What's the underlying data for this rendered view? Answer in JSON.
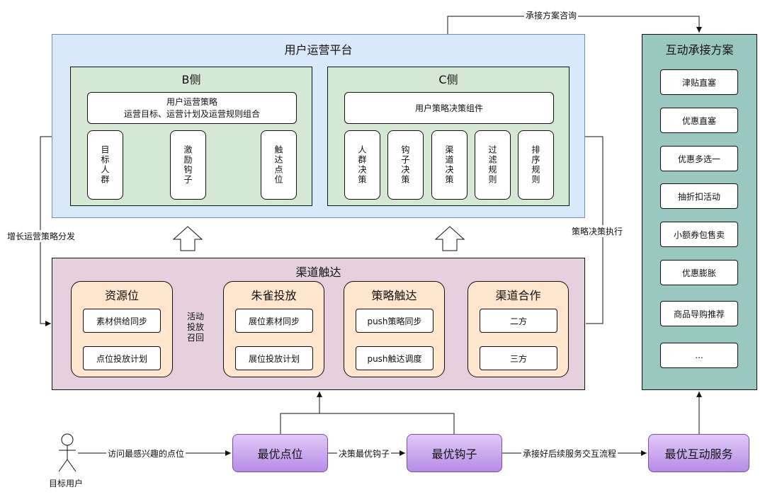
{
  "top_link": "承接方案咨询",
  "platform": {
    "title": "用户运营平台",
    "b_side": {
      "title": "B侧",
      "strategy_line1": "用户运营策略",
      "strategy_line2": "运营目标、运营计划及运营规则组合",
      "steps": [
        "目标人群",
        "激励钩子",
        "触达点位"
      ]
    },
    "c_side": {
      "title": "C侧",
      "component": "用户策略决策组件",
      "items": [
        "人群决策",
        "钩子决策",
        "渠道决策",
        "过滤规则",
        "排序规则"
      ]
    }
  },
  "left_link": "增长运营策略分发",
  "right_link": "策略决策执行",
  "channel": {
    "title": "渠道触达",
    "groups": [
      {
        "title": "资源位",
        "items": [
          "素材供给同步",
          "点位投放计划"
        ]
      },
      {
        "title": "朱雀投放",
        "items": [
          "展位素材同步",
          "展位投放计划"
        ]
      },
      {
        "title": "策略触达",
        "items": [
          "push策略同步",
          "push触达调度"
        ]
      },
      {
        "title": "渠道合作",
        "items": [
          "二方",
          "三方"
        ]
      }
    ],
    "activity_label": [
      "活动",
      "投放",
      "召回"
    ]
  },
  "interaction": {
    "title": "互动承接方案",
    "items": [
      "津贴直塞",
      "优惠直塞",
      "优惠多选一",
      "抽折扣活动",
      "小额券包售卖",
      "优惠膨胀",
      "商品导购推荐",
      "..."
    ]
  },
  "flow": {
    "user": "目标用户",
    "visit_label": "访问最感兴趣的点位",
    "best_spot": "最优点位",
    "decide_label": "决策最优钩子",
    "best_hook": "最优钩子",
    "service_label": "承接好后续服务交互流程",
    "best_service": "最优互动服务"
  },
  "colors": {
    "platform_bg": "#dae8fc",
    "green_bg": "#d5e8d4",
    "channel_bg": "#e6d0de",
    "orange_bg": "#ffe6cc",
    "teal_bg": "#9ac7bf",
    "purple_bg": "#c9a3ef"
  }
}
